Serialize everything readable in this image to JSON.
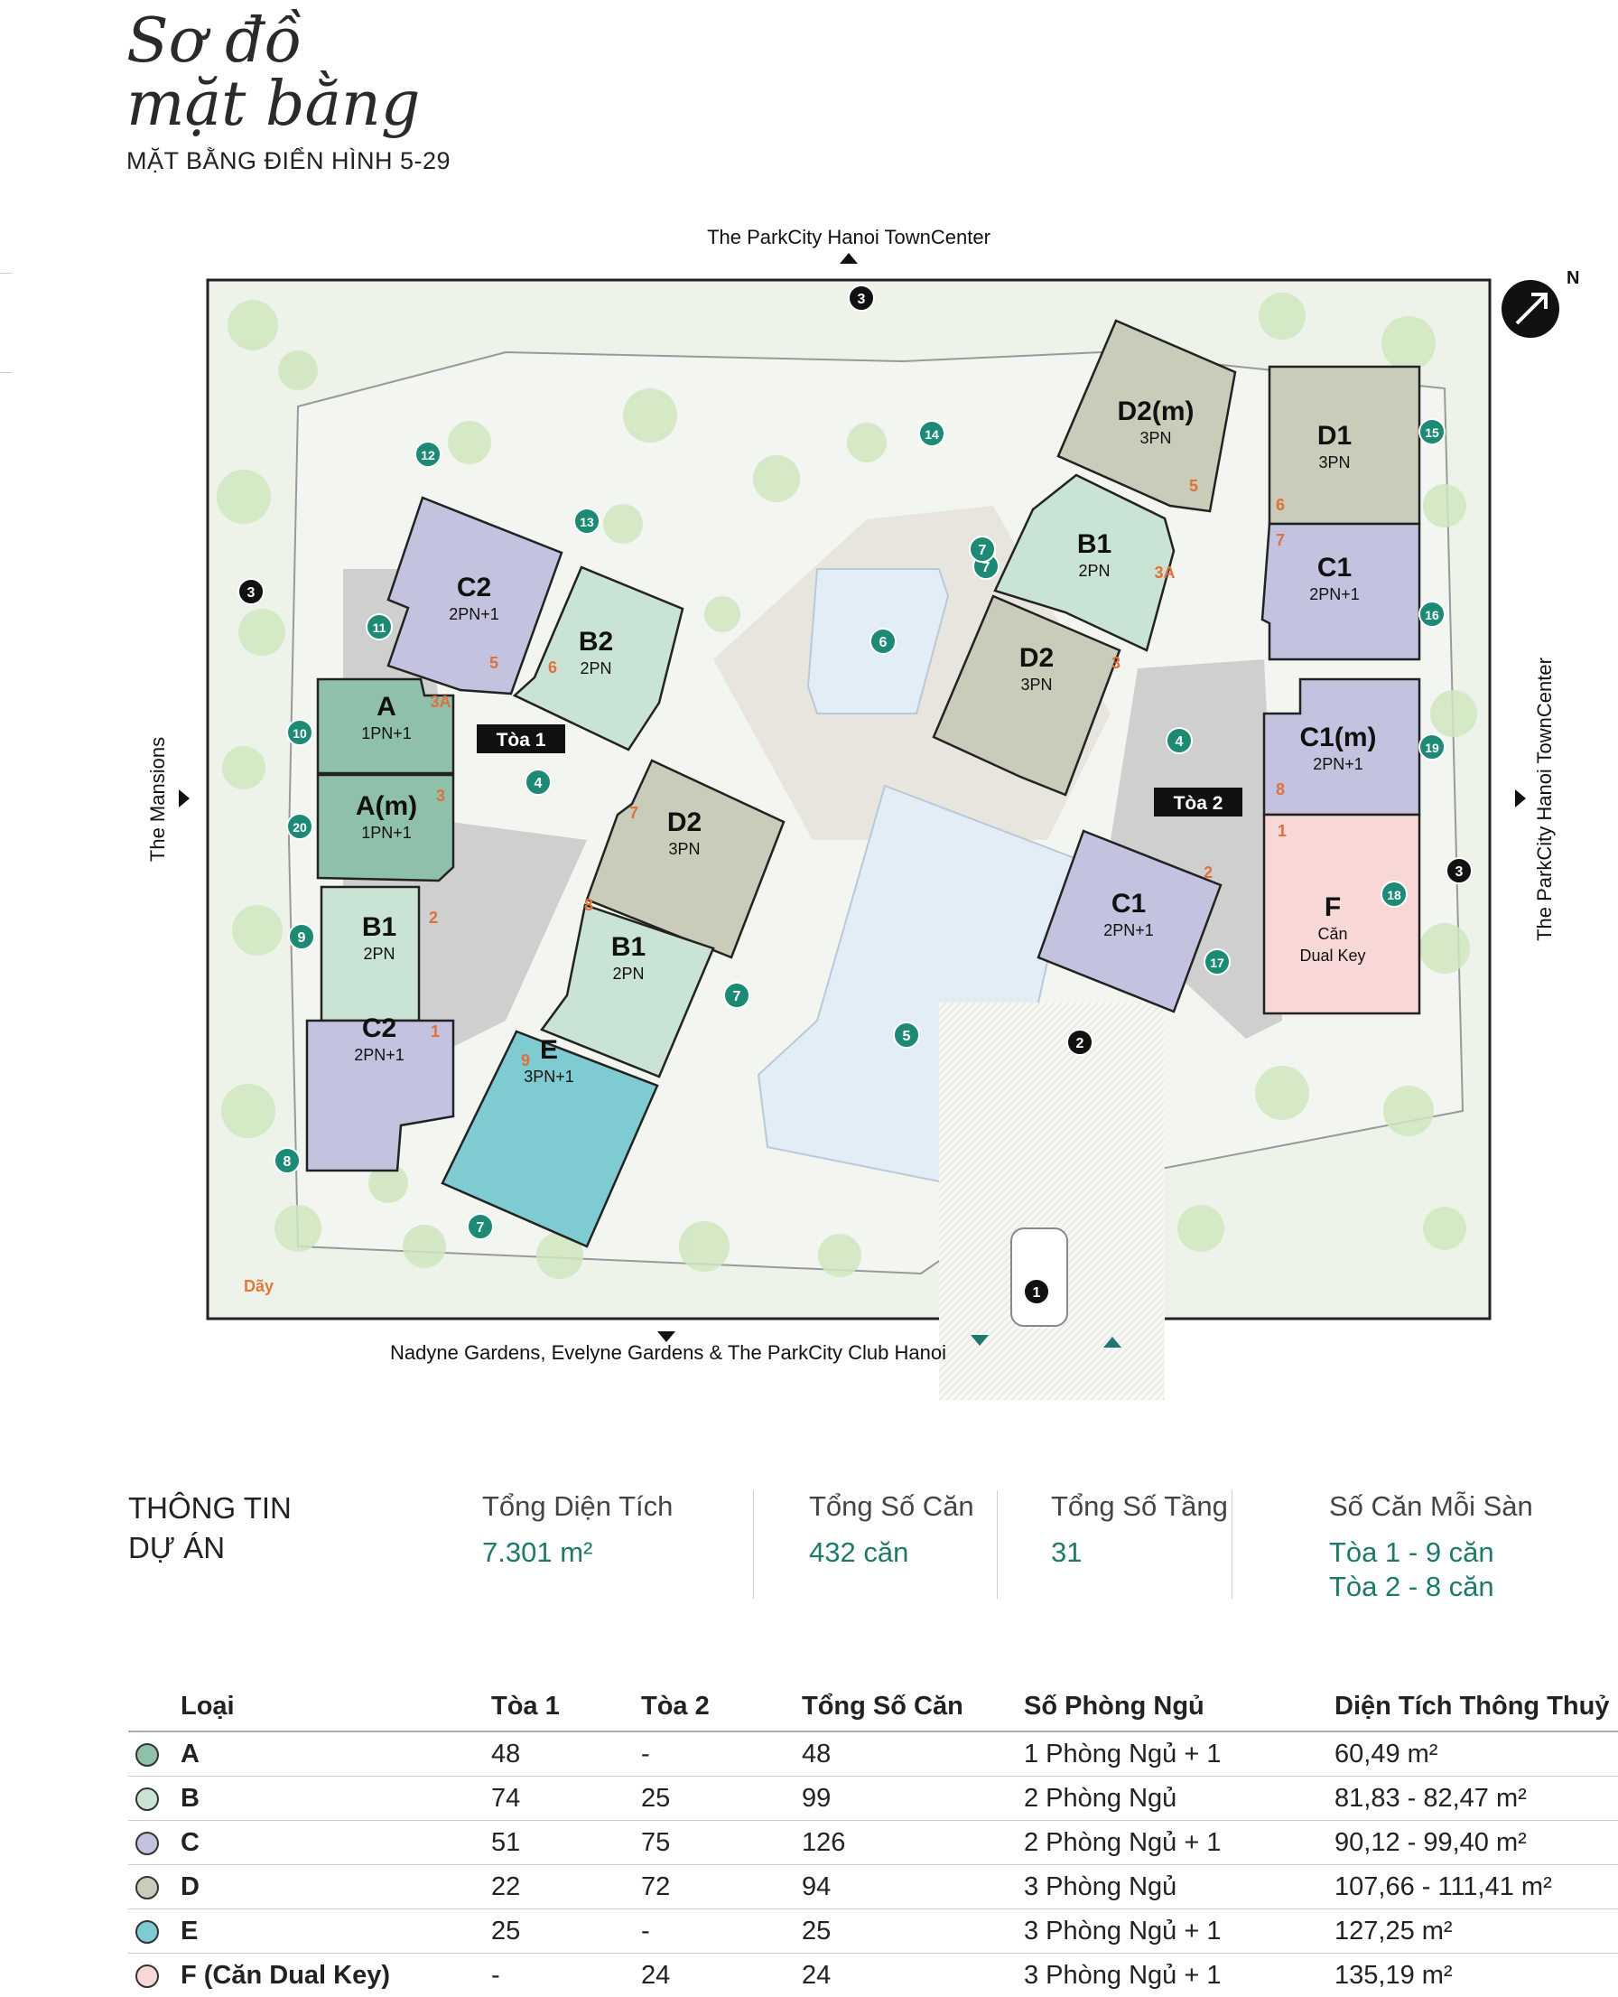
{
  "header": {
    "title_line1": "Sơ đồ",
    "title_line2": "mặt bằng",
    "subtitle": "MẶT BẰNG ĐIỂN HÌNH 5-29"
  },
  "plan": {
    "labels": {
      "top": "The ParkCity Hanoi TownCenter",
      "right": "The ParkCity Hanoi TownCenter",
      "left": "The Mansions",
      "bottom": "Nadyne Gardens, Evelyne Gardens & The ParkCity Club Hanoi",
      "tower1": "Tòa 1",
      "tower2": "Tòa 2",
      "compass": "N",
      "day_label": "Dãy"
    },
    "units": [
      {
        "name": "C2",
        "type": "2PN+1",
        "tower_no": "5",
        "color": "#c3c3df"
      },
      {
        "name": "B2",
        "type": "2PN",
        "tower_no": "6",
        "color": "#c9e4d5"
      },
      {
        "name": "A",
        "type": "1PN+1",
        "tower_no": "3A",
        "color": "#8fc0aa"
      },
      {
        "name": "A(m)",
        "type": "1PN+1",
        "tower_no": "3",
        "color": "#8fc0aa"
      },
      {
        "name": "D2",
        "type": "3PN",
        "tower_no": "7",
        "color": "#c8ccb8"
      },
      {
        "name": "B1",
        "type": "2PN",
        "tower_no": "2",
        "color": "#c9e4d5"
      },
      {
        "name": "B1",
        "type": "2PN",
        "tower_no": "8",
        "color": "#c9e4d5"
      },
      {
        "name": "C2",
        "type": "2PN+1",
        "tower_no": "1",
        "color": "#c3c3df"
      },
      {
        "name": "E",
        "type": "3PN+1",
        "tower_no": "9",
        "color": "#7fcbd2"
      },
      {
        "name": "D2(m)",
        "type": "3PN",
        "tower_no": "5",
        "color": "#c8ccb8"
      },
      {
        "name": "D1",
        "type": "3PN",
        "tower_no": "6",
        "color": "#c8ccb8"
      },
      {
        "name": "B1",
        "type": "2PN",
        "tower_no": "3A",
        "color": "#c9e4d5"
      },
      {
        "name": "C1",
        "type": "2PN+1",
        "tower_no": "7",
        "color": "#c3c3df"
      },
      {
        "name": "D2",
        "type": "3PN",
        "tower_no": "3",
        "color": "#c8ccb8"
      },
      {
        "name": "C1(m)",
        "type": "2PN+1",
        "tower_no": "8",
        "color": "#c3c3df"
      },
      {
        "name": "C1",
        "type": "2PN+1",
        "tower_no": "2",
        "color": "#c3c3df"
      },
      {
        "name": "F",
        "type": "Căn",
        "type2": "Dual Key",
        "tower_no": "1",
        "color": "#f8d8d6"
      }
    ],
    "markers": {
      "access": [
        "1",
        "2",
        "3",
        "3",
        "3"
      ],
      "amenities": [
        "4",
        "4",
        "5",
        "6",
        "7",
        "7",
        "7",
        "7",
        "8",
        "9",
        "10",
        "11",
        "12",
        "13",
        "14",
        "15",
        "16",
        "17",
        "18",
        "19",
        "20"
      ]
    }
  },
  "info": {
    "heading_line1": "THÔNG TIN",
    "heading_line2": "DỰ ÁN",
    "stats": [
      {
        "label": "Tổng Diện Tích",
        "value": "7.301 m²"
      },
      {
        "label": "Tổng Số Căn",
        "value": "432 căn"
      },
      {
        "label": "Tổng Số Tầng",
        "value": "31"
      },
      {
        "label": "Số Căn Mỗi Sàn",
        "value": "Tòa 1 - 9 căn",
        "value2": "Tòa 2 - 8 căn"
      }
    ]
  },
  "table": {
    "headers": [
      "Loại",
      "Tòa 1",
      "Tòa 2",
      "Tổng Số Căn",
      "Số Phòng Ngủ",
      "Diện Tích Thông Thuỷ"
    ],
    "rows": [
      {
        "type": "A",
        "color": "#8fc0aa",
        "t1": "48",
        "t2": "-",
        "total": "48",
        "beds": "1 Phòng Ngủ + 1",
        "area": "60,49 m²"
      },
      {
        "type": "B",
        "color": "#c9e4d5",
        "t1": "74",
        "t2": "25",
        "total": "99",
        "beds": "2 Phòng Ngủ",
        "area": "81,83 - 82,47 m²"
      },
      {
        "type": "C",
        "color": "#c3c3df",
        "t1": "51",
        "t2": "75",
        "total": "126",
        "beds": "2 Phòng Ngủ + 1",
        "area": "90,12 - 99,40 m²"
      },
      {
        "type": "D",
        "color": "#c8ccb8",
        "t1": "22",
        "t2": "72",
        "total": "94",
        "beds": "3 Phòng Ngủ",
        "area": "107,66 - 111,41 m²"
      },
      {
        "type": "E",
        "color": "#7fcbd2",
        "t1": "25",
        "t2": "-",
        "total": "25",
        "beds": "3 Phòng Ngủ + 1",
        "area": "127,25 m²"
      },
      {
        "type": "F (Căn Dual Key)",
        "color": "#f8d8d6",
        "t1": "-",
        "t2": "24",
        "total": "24",
        "beds": "3 Phòng Ngủ + 1",
        "area": "135,19 m²"
      }
    ]
  }
}
